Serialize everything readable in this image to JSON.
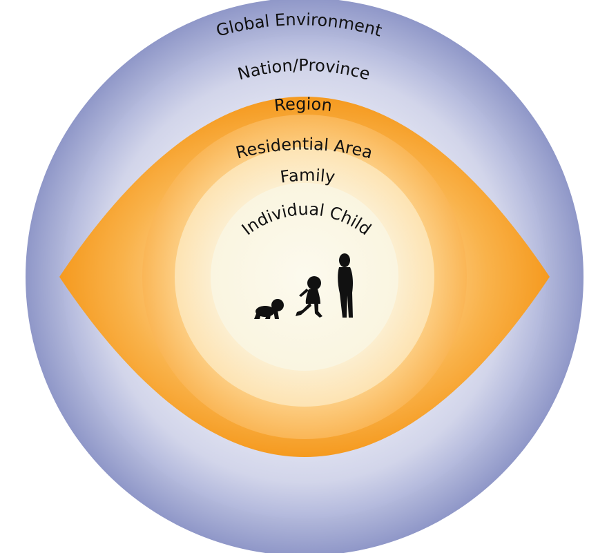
{
  "diagram": {
    "layers": [
      {
        "key": "global",
        "label": "Global Environment"
      },
      {
        "key": "nation",
        "label": "Nation/Province"
      },
      {
        "key": "region",
        "label": "Region"
      },
      {
        "key": "residential",
        "label": "Residential Area"
      },
      {
        "key": "family",
        "label": "Family"
      },
      {
        "key": "child",
        "label": "Individual Child"
      }
    ],
    "figures": [
      "crawling-baby-icon",
      "walking-toddler-icon",
      "standing-child-icon"
    ],
    "colors": {
      "outer_edge": "#8f97c8",
      "outer_inner": "#c9cde6",
      "nation_edge": "#b2b8dc",
      "nation_inner": "#dfe2f2",
      "region_edge": "#f59a1f",
      "region_inner": "#fbc46e",
      "residential_edge": "#fab656",
      "residential_inner": "#fde3b2",
      "family_edge": "#fde8bf",
      "family_inner": "#fcf3da",
      "child_center": "#fbf8e7",
      "silhouette": "#111111",
      "text": "#111111"
    }
  }
}
